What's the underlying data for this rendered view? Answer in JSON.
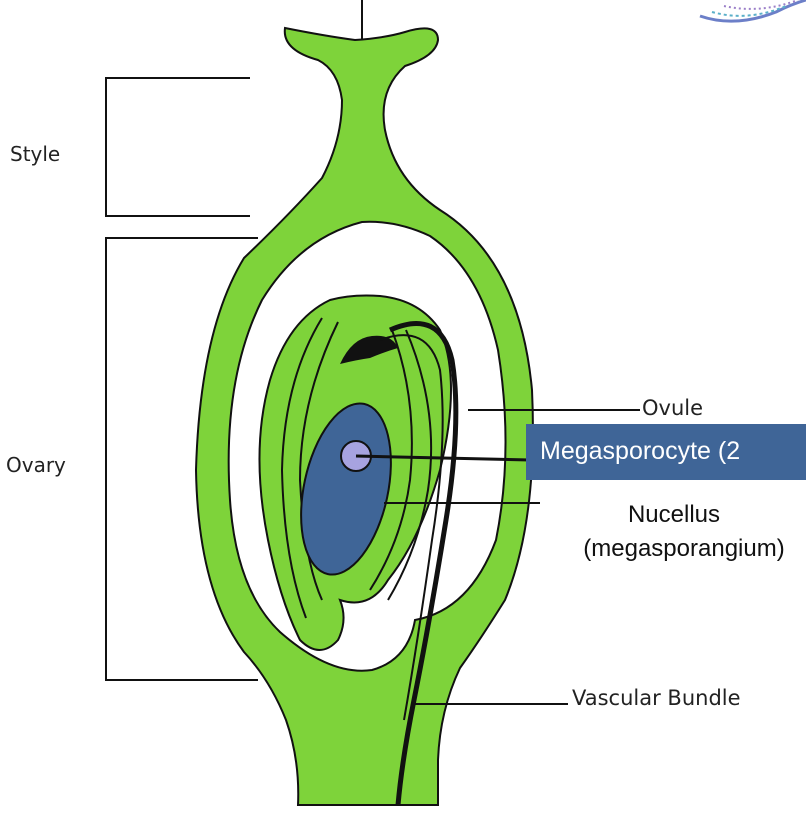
{
  "labels": {
    "style": "Style",
    "ovary": "Ovary",
    "ovule": "Ovule",
    "megasporocyte": "Megasporocyte (2",
    "nucellus_line1": "Nucellus",
    "nucellus_line2": "(megasporangium)",
    "vascular_bundle": "Vascular Bundle"
  },
  "colors": {
    "tissue_green": "#7ed33a",
    "outline": "#111111",
    "nucellus_blue": "#3f6597",
    "megasporocyte_fill": "#a7a3e0",
    "label_box": "#3f6597"
  }
}
